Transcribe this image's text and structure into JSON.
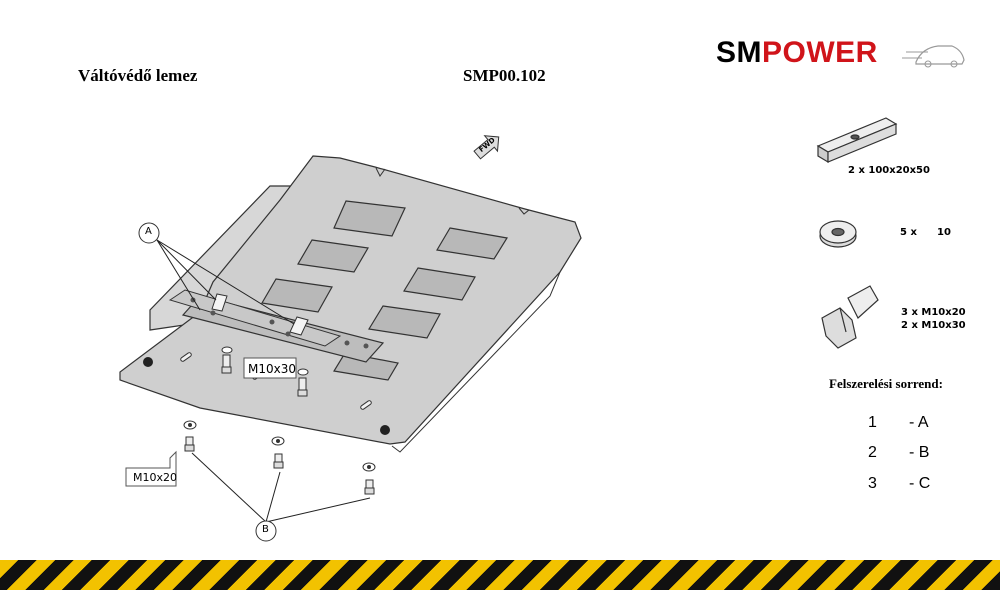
{
  "header": {
    "title": "Váltóvédő lemez",
    "part_code": "SMP00.102"
  },
  "logo": {
    "left": "SM",
    "right": "POWER",
    "colors": {
      "left": "#000000",
      "right": "#d0141a"
    }
  },
  "drawing": {
    "callouts": {
      "a": "A",
      "b": "B"
    },
    "bolt_labels": {
      "m10x30": "M10x30",
      "m10x20": "M10x20"
    },
    "direction_label": "FWD"
  },
  "parts": {
    "bracket": "2 x 100x20x50",
    "washer": {
      "qty": "5 x",
      "size": "10"
    },
    "bolts": [
      "3 x M10x20",
      "2 x M10x30"
    ]
  },
  "sequence": {
    "title": "Felszerelési sorrend:",
    "steps": [
      {
        "num": "1",
        "label": "- A"
      },
      {
        "num": "2",
        "label": "- B"
      },
      {
        "num": "3",
        "label": "- C"
      }
    ]
  },
  "colors": {
    "stripe_yellow": "#f2c200",
    "stripe_black": "#111111"
  }
}
